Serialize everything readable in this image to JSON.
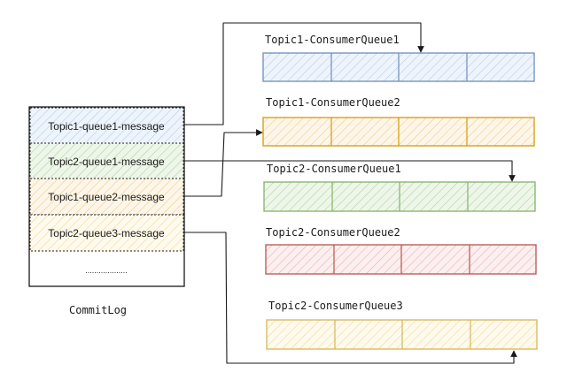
{
  "commitlog": {
    "title": "CommitLog",
    "messages": [
      {
        "label": "Topic1-queue1-message",
        "color": "blue"
      },
      {
        "label": "Topic2-queue1-message",
        "color": "green"
      },
      {
        "label": "Topic1-queue2-message",
        "color": "orange"
      },
      {
        "label": "Topic2-queue3-message",
        "color": "yellow"
      }
    ],
    "ellipsis": "..................."
  },
  "queues": [
    {
      "title": "Topic1-ConsumerQueue1",
      "color": "blue"
    },
    {
      "title": "Topic1-ConsumerQueue2",
      "color": "orange"
    },
    {
      "title": "Topic2-ConsumerQueue1",
      "color": "green"
    },
    {
      "title": "Topic2-ConsumerQueue2",
      "color": "red"
    },
    {
      "title": "Topic2-ConsumerQueue3",
      "color": "yellow"
    }
  ],
  "palette": {
    "blue": {
      "stroke": "#6c8ebf",
      "fill": "#dae8fc"
    },
    "orange": {
      "stroke": "#d79b00",
      "fill": "#ffe6cc"
    },
    "green": {
      "stroke": "#82b366",
      "fill": "#d5e8d4"
    },
    "red": {
      "stroke": "#b85450",
      "fill": "#f8cecc"
    },
    "yellow": {
      "stroke": "#d6b656",
      "fill": "#fff2cc"
    }
  }
}
